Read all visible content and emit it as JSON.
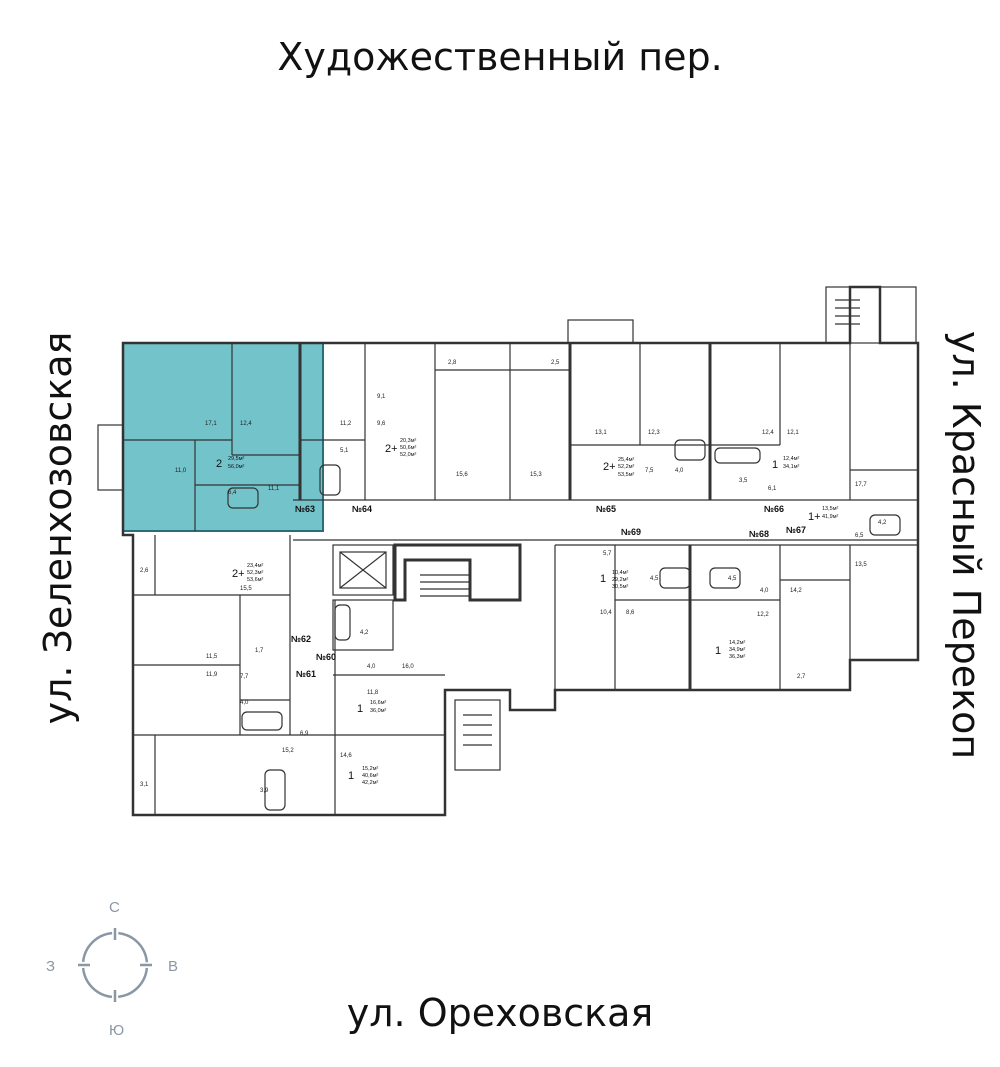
{
  "streets": {
    "top": "Художественный пер.",
    "bottom": "ул. Ореховская",
    "left": "ул. Зеленхозовская",
    "right": "ул. Красный Перекоп"
  },
  "compass": {
    "north": "С",
    "south": "Ю",
    "west": "З",
    "east": "В"
  },
  "colors": {
    "highlight": "#5bb8c2",
    "walls": "#333333",
    "compass": "#8a97a5"
  },
  "apartments": [
    {
      "rooms": "2",
      "living": "29,5м²",
      "total": "56,0м²"
    },
    {
      "rooms": "2+",
      "living": "20,3м²",
      "area2": "50,6м²",
      "total": "52,0м²"
    },
    {
      "rooms": "2+",
      "living": "25,4м²",
      "area2": "52,2м²",
      "total": "53,5м²"
    },
    {
      "rooms": "1",
      "living": "12,4м²",
      "total": "34,1м²"
    },
    {
      "rooms": "1+",
      "living": "13,5м²",
      "total": "41,9м²"
    },
    {
      "rooms": "2+",
      "living": "23,4м²",
      "area2": "52,3м²",
      "total": "53,6м²"
    },
    {
      "rooms": "1",
      "living": "10,4м²",
      "area2": "29,2м²",
      "total": "30,5м²"
    },
    {
      "rooms": "1",
      "living": "14,2м²",
      "area2": "34,9м²",
      "total": "36,3м²"
    },
    {
      "rooms": "1",
      "living": "16,6м²",
      "total": "36,0м²"
    },
    {
      "rooms": "1",
      "living": "15,2м²",
      "area2": "40,6м²",
      "total": "42,2м²"
    }
  ],
  "section_numbers": [
    "№63",
    "№64",
    "№65",
    "№66",
    "№67",
    "№68",
    "№69",
    "№62",
    "№60",
    "№61"
  ],
  "room_areas": [
    "17,1",
    "12,4",
    "11,0",
    "6,4",
    "11,1",
    "11,2",
    "9,1",
    "9,6",
    "5,1",
    "2,8",
    "15,6",
    "2,5",
    "15,3",
    "13,1",
    "12,3",
    "7,5",
    "4,0",
    "12,4",
    "12,1",
    "3,5",
    "6,1",
    "17,7",
    "4,2",
    "6,5",
    "13,5",
    "2,6",
    "15,5",
    "11,5",
    "1,7",
    "7,7",
    "11,9",
    "4,0",
    "4,2",
    "4,0",
    "16,0",
    "11,8",
    "6,9",
    "15,2",
    "14,6",
    "3,9",
    "3,1",
    "5,7",
    "4,5",
    "4,5",
    "4,0",
    "14,2",
    "10,4",
    "8,6",
    "12,2",
    "2,7"
  ]
}
